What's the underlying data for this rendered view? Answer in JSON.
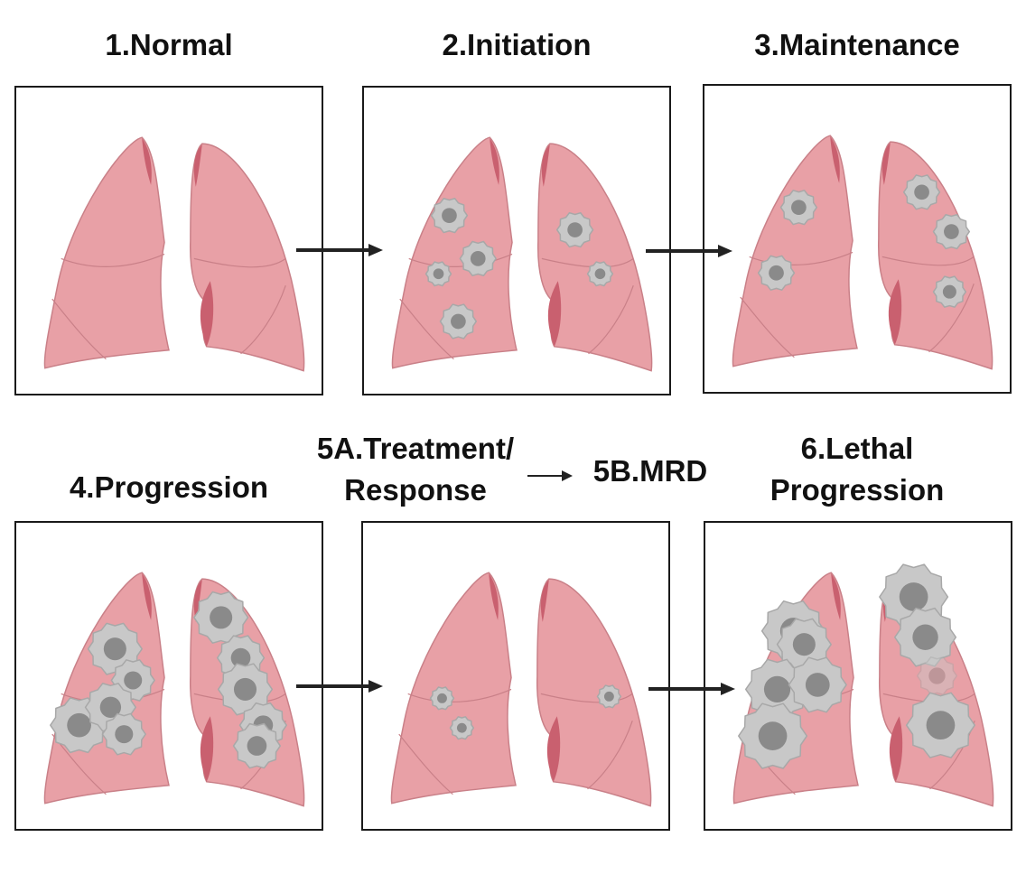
{
  "stages": [
    {
      "id": "1",
      "title": "1.Normal"
    },
    {
      "id": "2",
      "title": "2.Initiation"
    },
    {
      "id": "3",
      "title": "3.Maintenance"
    },
    {
      "id": "4",
      "title": "4.Progression"
    },
    {
      "id": "5a",
      "title_line1": "5A.Treatment/",
      "title_line2": "Response"
    },
    {
      "id": "5b",
      "title": "5B.MRD"
    },
    {
      "id": "6",
      "title_line1": "6.Lethal",
      "title_line2": "Progression"
    }
  ],
  "colors": {
    "lung": "#e8a0a6",
    "lung_dark": "#c9606f",
    "lung_outline": "#c98088",
    "tumor": "#c8c8c8",
    "tumor_core": "#8a8a8a",
    "border": "#1a1a1a",
    "arrow": "#222222"
  }
}
